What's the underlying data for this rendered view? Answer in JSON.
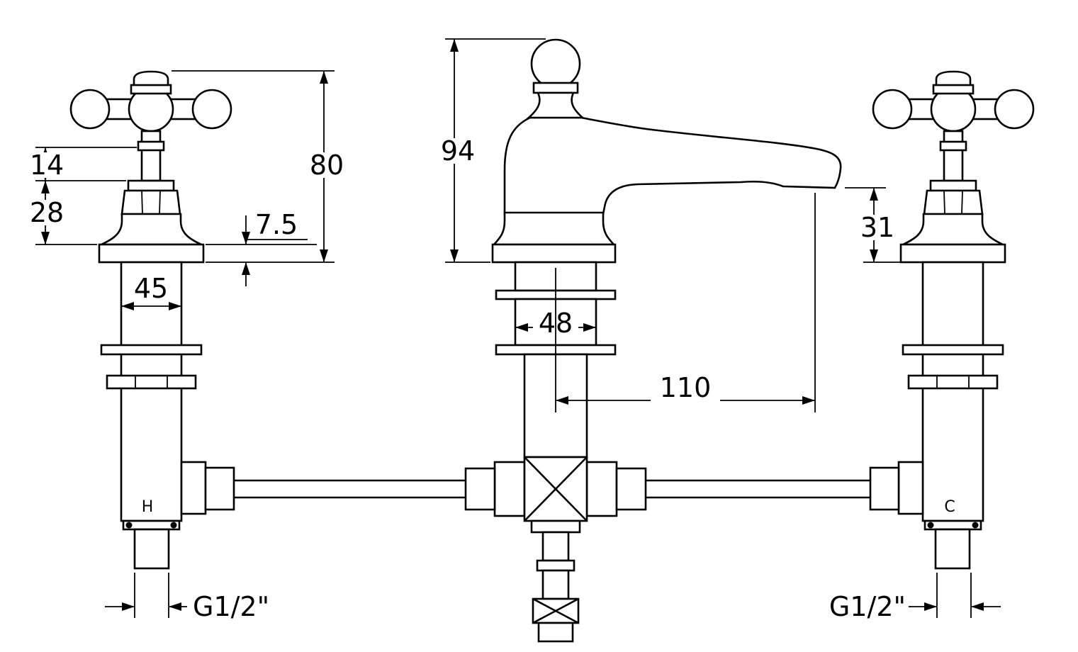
{
  "drawing": {
    "background": "#ffffff",
    "line_color": "#000000"
  },
  "dimensions": {
    "d14": "14",
    "d28": "28",
    "d80": "80",
    "d7_5": "7.5",
    "d45": "45",
    "d94": "94",
    "d48": "48",
    "d31": "31",
    "d110": "110",
    "thread_left": "G1/2\"",
    "thread_right": "G1/2\""
  },
  "labels": {
    "hot": "H",
    "cold": "C"
  }
}
